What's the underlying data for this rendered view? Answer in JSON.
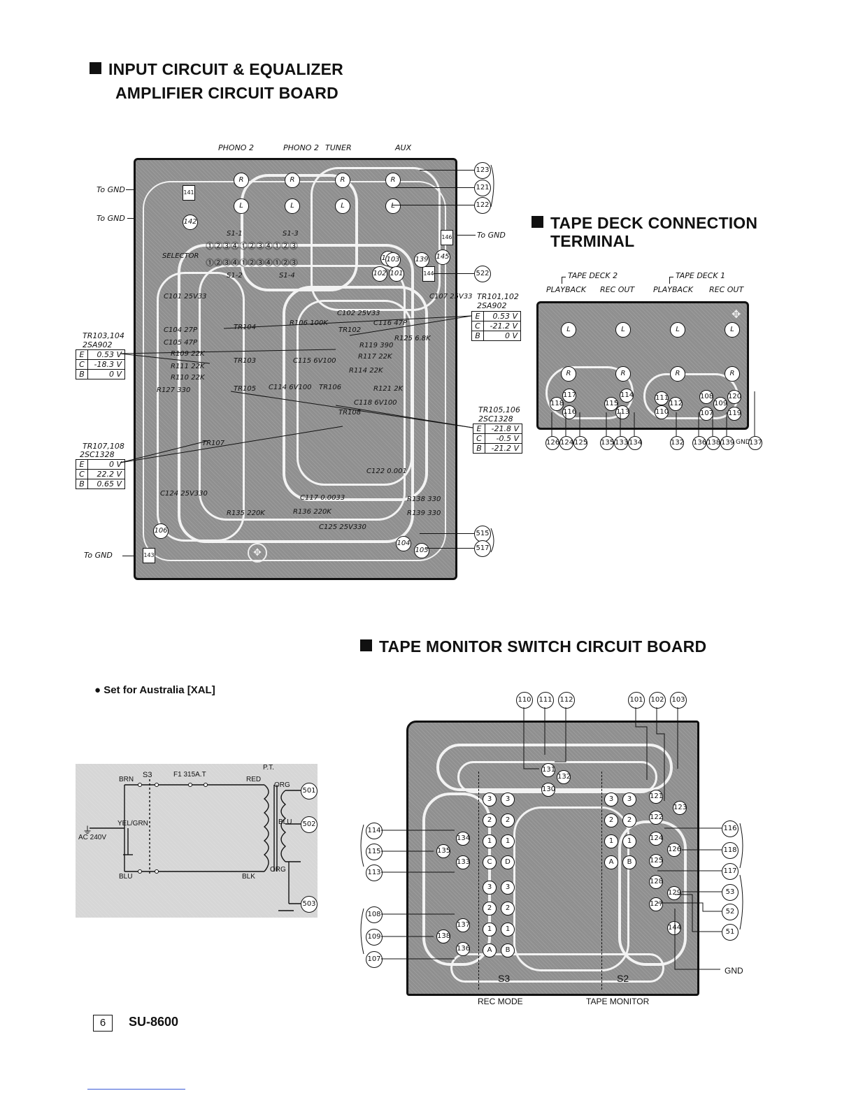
{
  "headings": {
    "input_board": [
      "INPUT CIRCUIT & EQUALIZER",
      "AMPLIFIER CIRCUIT BOARD"
    ],
    "tape_deck": [
      "TAPE DECK CONNECTION",
      "TERMINAL"
    ],
    "tape_monitor": "TAPE MONITOR SWITCH CIRCUIT BOARD"
  },
  "input_board": {
    "top_labels": [
      "PHONO 2",
      "PHONO 2",
      "TUNER",
      "AUX"
    ],
    "gnd_labels": [
      "To GND",
      "To GND",
      "To GND"
    ],
    "gnd_right": "To GND",
    "selector": "SELECTOR",
    "switch_labels": [
      "S1-1",
      "S1-3",
      "S1-2",
      "S1-4"
    ],
    "square_terminals": [
      "141",
      "143",
      "144",
      "146"
    ],
    "board_circles": [
      "142",
      "145",
      "139",
      "140",
      "102",
      "103",
      "101",
      "106",
      "104",
      "105"
    ],
    "right_terminals": [
      "123",
      "121",
      "122",
      "522",
      "515",
      "517"
    ],
    "components": [
      "C104 27P",
      "TR104",
      "R106 100K",
      "C102 25V33",
      "TR102",
      "C116 47P",
      "R119 390",
      "R117 22K",
      "C105 47P",
      "R109 22K",
      "TR103",
      "R111 22K",
      "C115 6V100",
      "R114 22K",
      "R110 22K",
      "R127 330",
      "TR105",
      "C114 6V100",
      "TR106",
      "C118 6V100",
      "R121 2K",
      "TR108",
      "TR107",
      "C124 25V330",
      "R135 220K",
      "R136 220K",
      "C117 0.0033",
      "C125 25V330",
      "R138 330",
      "R139 330",
      "C107 25V33",
      "C101 25V33",
      "R125 6.8K",
      "C122 0.001"
    ],
    "tr101_102": {
      "title": "TR101,102",
      "type": "2SA902",
      "rows": [
        [
          "E",
          "0.53 V"
        ],
        [
          "C",
          "-21.2 V"
        ],
        [
          "B",
          "0 V"
        ]
      ]
    },
    "tr103_104": {
      "title": "TR103,104",
      "type": "2SA902",
      "rows": [
        [
          "E",
          "0.53 V"
        ],
        [
          "C",
          "-18.3 V"
        ],
        [
          "B",
          "0 V"
        ]
      ]
    },
    "tr105_106": {
      "title": "TR105,106",
      "type": "2SC1328",
      "rows": [
        [
          "E",
          "-21.8 V"
        ],
        [
          "C",
          "-0.5 V"
        ],
        [
          "B",
          "-21.2 V"
        ]
      ]
    },
    "tr107_108": {
      "title": "TR107,108",
      "type": "2SC1328",
      "rows": [
        [
          "E",
          "0 V"
        ],
        [
          "C",
          "22.2 V"
        ],
        [
          "B",
          "0.65 V"
        ]
      ]
    }
  },
  "tape_deck": {
    "group_labels": [
      "TAPE DECK 2",
      "TAPE DECK 1"
    ],
    "sub_labels": [
      "PLAYBACK",
      "REC OUT",
      "PLAYBACK",
      "REC OUT"
    ],
    "board_pins": [
      "118",
      "117",
      "116",
      "115",
      "114",
      "113",
      "111",
      "112",
      "110",
      "108",
      "109",
      "107",
      "120",
      "119"
    ],
    "bottom_pins": [
      "126",
      "124",
      "125",
      "135",
      "133",
      "134",
      "132",
      "136",
      "138",
      "139",
      "137"
    ],
    "gnd": "GND"
  },
  "australia": {
    "bullet": "Set for Australia [XAL]",
    "labels": {
      "pt": "P.T.",
      "brn": "BRN",
      "s3": "S3",
      "f1": "F1 315A.T",
      "red": "RED",
      "org1": "ORG",
      "blu_r": "BLU",
      "yelgrn": "YEL/GRN",
      "ac": "AC  240V",
      "blu_l": "BLU",
      "blk": "BLK",
      "org2": "ORG"
    },
    "terminals": [
      "501",
      "502",
      "503"
    ]
  },
  "tape_monitor": {
    "top_left": [
      "110",
      "111",
      "112"
    ],
    "top_right": [
      "101",
      "102",
      "103"
    ],
    "left": [
      "114",
      "115",
      "113",
      "108",
      "109",
      "107"
    ],
    "right": [
      "116",
      "118",
      "117",
      "53",
      "52",
      "51"
    ],
    "gnd": "GND",
    "board_circles": [
      "131",
      "132",
      "130",
      "121",
      "122",
      "123",
      "124",
      "126",
      "125",
      "128",
      "129",
      "127",
      "144",
      "134",
      "135",
      "133",
      "137",
      "138",
      "136"
    ],
    "switch_marks": [
      "3",
      "3",
      "2",
      "2",
      "1",
      "1",
      "C",
      "D",
      "3",
      "3",
      "2",
      "2",
      "1",
      "1",
      "A",
      "B",
      "3",
      "3",
      "2",
      "2",
      "1",
      "1",
      "A",
      "B"
    ],
    "s3": "S3",
    "s2": "S2",
    "bottom_labels": [
      "REC MODE",
      "TAPE MONITOR"
    ]
  },
  "footer": {
    "page": "6",
    "model": "SU-8600"
  }
}
